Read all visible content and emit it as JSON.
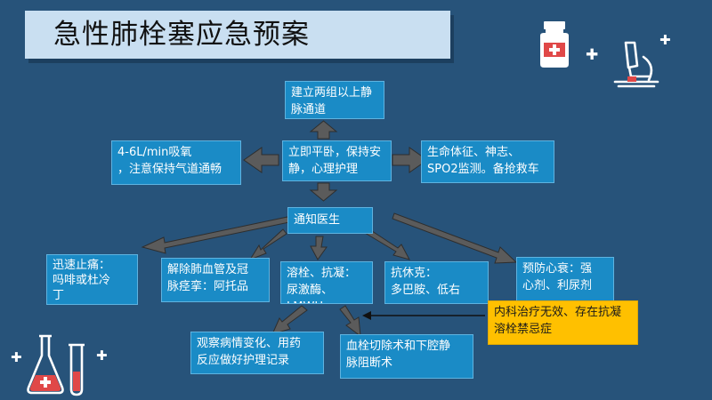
{
  "title": "急性肺栓塞应急预案",
  "nodes": {
    "iv_access": "建立两组以上静\n脉通道",
    "center": "立即平卧，保持安\n静，心理护理",
    "oxygen": "4-6L/min吸氧\n，注意保持气道通畅",
    "vitals": "生命体征、神志、\nSPO2监测。备抢救车",
    "notify": "通知医生",
    "analgesia": "迅速止痛：\n吗啡或杜冷\n丁",
    "spasm": "解除肺血管及冠\n脉痉挛：阿托品",
    "thrombolysis": "溶栓、抗凝：\n尿激酶、LMWH",
    "antishock": "抗休克：\n多巴胺、低右",
    "heart_failure": "预防心衰：强\n心剂、利尿剂",
    "contraindication": "内科治疗无效、存在抗凝\n溶栓禁忌症",
    "observe": "观察病情变化、用药\n反应做好护理记录",
    "surgery": "血栓切除术和下腔静\n脉阻断术"
  },
  "icons": [
    "medicine-bottle-icon",
    "microscope-icon",
    "flask-icon"
  ],
  "colors": {
    "background": "#27537a",
    "box": "#1a8bc6",
    "warning_box": "#ffc000",
    "arrow": "#5b5b5b",
    "title_band": "#c9dff1"
  }
}
